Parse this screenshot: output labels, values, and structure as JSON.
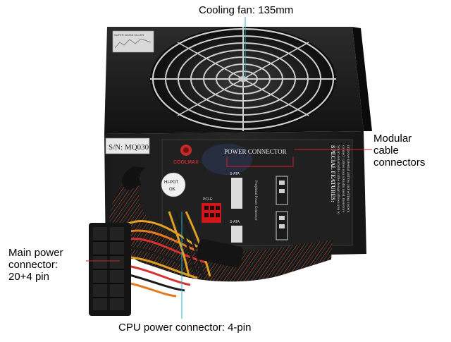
{
  "callouts": {
    "cooling_fan": "Cooling fan: 135mm",
    "modular_line1": "Modular",
    "modular_line2": "cable",
    "modular_line3": "connectors",
    "main_line1": "Main power",
    "main_line2": "connector:",
    "main_line3": "20+4 pin",
    "cpu": "CPU power connector: 4-pin"
  },
  "psu_labels": {
    "noise_sticker": "SUPER NOISE KILLER",
    "serial": "S/N: MQ030",
    "brand": "COOLMAX",
    "hipot_line1": "HI-POT",
    "hipot_line2": "OK",
    "power_connector": "POWER CONNECTOR",
    "sata_top": "S-ATA",
    "sata_bottom": "S-ATA",
    "pcie": "PCI-E",
    "peripheral": "Peripheral Power Connector",
    "special_title": "SPECIAL FEATURES:",
    "special_line1": "Smart detachable cable design allows you to",
    "special_line2": "connect cables you actually need, therefore",
    "special_line3": "improve internal airflow and wiring system"
  },
  "colors": {
    "psu_body": "#1b1b1b",
    "callout_line_red": "#d2232a",
    "callout_line_cyan": "#2ab3c8",
    "pcie_connector": "#d01818",
    "sleeve_accent": "#b5482a"
  }
}
